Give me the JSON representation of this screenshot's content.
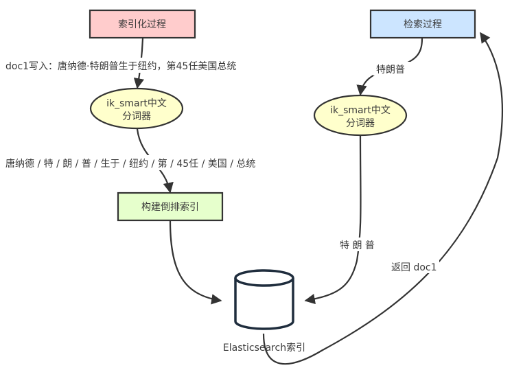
{
  "nodes": {
    "indexing_process": {
      "label": "索引化过程",
      "fill": "#ffcccc"
    },
    "search_process": {
      "label": "检索过程",
      "fill": "#cce5ff"
    },
    "tokenizer_left": {
      "line1": "ik_smart中文",
      "line2": "分词器",
      "fill": "#ffffcc"
    },
    "tokenizer_right": {
      "line1": "ik_smart中文",
      "line2": "分词器",
      "fill": "#ffffcc"
    },
    "build_inverted_index": {
      "label": "构建倒排索引",
      "fill": "#e6ffcc"
    },
    "es_index": {
      "label": "Elasticsearch索引",
      "icon": "database-cylinder-icon"
    }
  },
  "edges": {
    "doc_write": "doc1写入：唐纳德·特朗普生于纽约，第45任美国总统",
    "tokens": "唐纳德 / 特 / 朗 / 普 / 生于 / 纽约 / 第 / 45任 / 美国 / 总统",
    "query": "特朗普",
    "query_tokens": "特 朗 普",
    "return": "返回 doc1"
  },
  "colors": {
    "stroke": "#333333",
    "db_stroke": "#1f2d3d",
    "text": "#3a3a3a"
  }
}
